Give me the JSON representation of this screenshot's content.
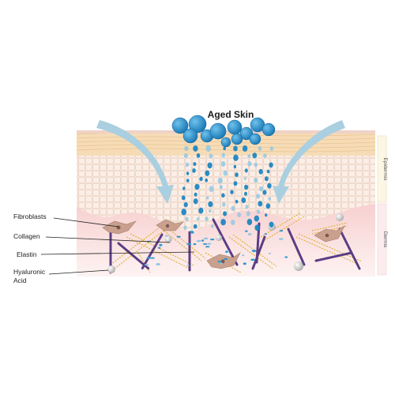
{
  "title": "Aged Skin",
  "labels": {
    "fibroblasts": "Fibroblasts",
    "collagen": "Collagen",
    "elastin": "Elastin",
    "hyaluronic_line1": "Hyaluronic",
    "hyaluronic_line2": "Acid"
  },
  "layers": {
    "epidermis": "Epidermis",
    "dermis": "Dermis"
  },
  "colors": {
    "stratum": "#f6dcb6",
    "cells": "#f9e6dc",
    "dermis": "#f9dcdc",
    "droplet": "#1f86c2",
    "droplet_light": "#8fc6e4",
    "arrow": "#a9cfe0",
    "collagen": "#e3b23c",
    "elastin": "#5b3d84",
    "fibroblast": "#c9a08e"
  }
}
